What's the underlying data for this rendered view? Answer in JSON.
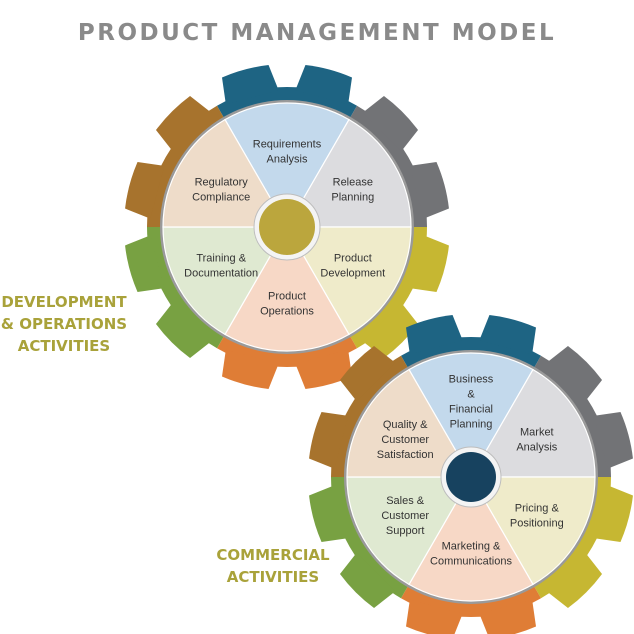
{
  "title": "PRODUCT MANAGEMENT MODEL",
  "labels": {
    "development": [
      "DEVELOPMENT",
      "& OPERATIONS",
      "ACTIVITIES"
    ],
    "commercial": [
      "COMMERCIAL",
      "ACTIVITIES"
    ]
  },
  "gears": [
    {
      "name": "development-gear",
      "hub_color": "#bba63d",
      "segments": [
        {
          "lines": [
            "Requirements",
            "Analysis"
          ],
          "tooth": "#1e6483",
          "fill": "#c3d9ec"
        },
        {
          "lines": [
            "Release",
            "Planning"
          ],
          "tooth": "#727376",
          "fill": "#dcdcdf"
        },
        {
          "lines": [
            "Product",
            "Development"
          ],
          "tooth": "#c6b732",
          "fill": "#efebca"
        },
        {
          "lines": [
            "Product",
            "Operations"
          ],
          "tooth": "#df7d36",
          "fill": "#f7d8c6"
        },
        {
          "lines": [
            "Training &",
            "Documentation"
          ],
          "tooth": "#78a142",
          "fill": "#dfe9d1"
        },
        {
          "lines": [
            "Regulatory",
            "Compliance"
          ],
          "tooth": "#a7732d",
          "fill": "#eedcc9"
        }
      ]
    },
    {
      "name": "commercial-gear",
      "hub_color": "#17425f",
      "segments": [
        {
          "lines": [
            "Business",
            "&",
            "Financial",
            "Planning"
          ],
          "tooth": "#1e6483",
          "fill": "#c3d9ec"
        },
        {
          "lines": [
            "Market",
            "Analysis"
          ],
          "tooth": "#727376",
          "fill": "#dcdcdf"
        },
        {
          "lines": [
            "Pricing &",
            "Positioning"
          ],
          "tooth": "#c6b732",
          "fill": "#efebca"
        },
        {
          "lines": [
            "Marketing &",
            "Communications"
          ],
          "tooth": "#df7d36",
          "fill": "#f7d8c6"
        },
        {
          "lines": [
            "Sales &",
            "Customer",
            "Support"
          ],
          "tooth": "#78a142",
          "fill": "#dfe9d1"
        },
        {
          "lines": [
            "Quality &",
            "Customer",
            "Satisfaction"
          ],
          "tooth": "#a7732d",
          "fill": "#eedcc9"
        }
      ]
    }
  ]
}
